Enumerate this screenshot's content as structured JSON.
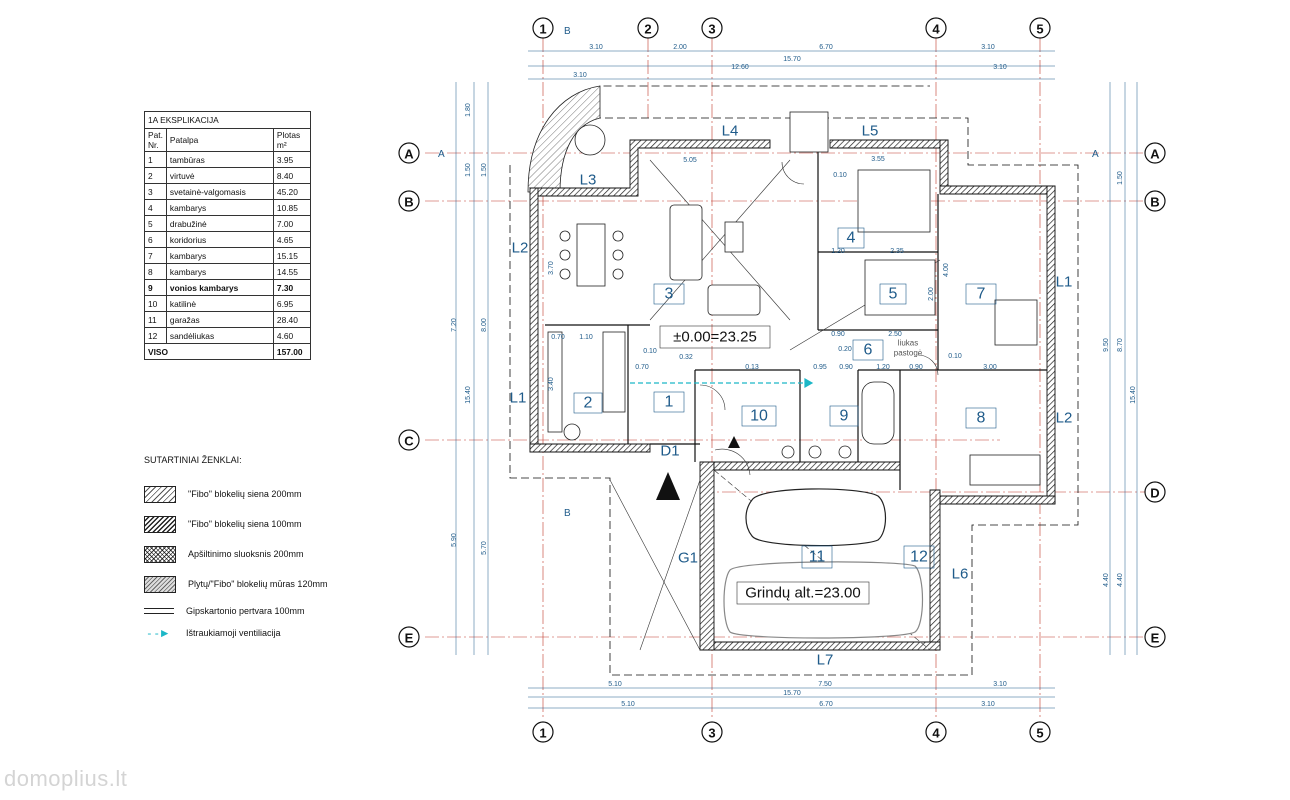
{
  "explication": {
    "title": "1A EKSPLIKACIJA",
    "headers": {
      "nr": "Pat. Nr.",
      "name": "Patalpa",
      "area": "Plotas m²"
    },
    "rows": [
      {
        "nr": "1",
        "name": "tambūras",
        "area": "3.95"
      },
      {
        "nr": "2",
        "name": "virtuvė",
        "area": "8.40"
      },
      {
        "nr": "3",
        "name": "svetainė-valgomasis",
        "area": "45.20"
      },
      {
        "nr": "4",
        "name": "kambarys",
        "area": "10.85"
      },
      {
        "nr": "5",
        "name": "drabužinė",
        "area": "7.00"
      },
      {
        "nr": "6",
        "name": "koridorius",
        "area": "4.65"
      },
      {
        "nr": "7",
        "name": "kambarys",
        "area": "15.15"
      },
      {
        "nr": "8",
        "name": "kambarys",
        "area": "14.55"
      },
      {
        "nr": "9",
        "name": "vonios kambarys",
        "area": "7.30"
      },
      {
        "nr": "10",
        "name": "katilinė",
        "area": "6.95"
      },
      {
        "nr": "11",
        "name": "garažas",
        "area": "28.40"
      },
      {
        "nr": "12",
        "name": "sandėliukas",
        "area": "4.60"
      }
    ],
    "total": {
      "label": "VISO",
      "area": "157.00"
    }
  },
  "legend": {
    "title": "SUTARTINIAI ŽENKLAI:",
    "items": [
      {
        "label": "\"Fibo\" blokelių siena 200mm"
      },
      {
        "label": "\"Fibo\" blokelių siena 100mm"
      },
      {
        "label": "Apšiltinimo sluoksnis 200mm"
      },
      {
        "label": "Plytų/\"Fibo\" blokelių mūras 120mm"
      },
      {
        "label": "Gipskartonio pertvara 100mm"
      },
      {
        "label": "Ištraukiamoji ventiliacija"
      }
    ]
  },
  "axes": {
    "top": [
      "1",
      "2",
      "3",
      "4",
      "5"
    ],
    "bottom": [
      "1",
      "3",
      "4",
      "5"
    ],
    "left": [
      "A",
      "B",
      "C",
      "D",
      "E"
    ],
    "right": [
      "A",
      "B",
      "D",
      "E"
    ]
  },
  "rooms": {
    "r1": "1",
    "r2": "2",
    "r3": "3",
    "r4": "4",
    "r5": "5",
    "r6": "6",
    "r7": "7",
    "r8": "8",
    "r9": "9",
    "r10": "10",
    "r11": "11",
    "r12": "12"
  },
  "wall_labels": {
    "L1a": "L1",
    "L1b": "L1",
    "L2a": "L2",
    "L2b": "L2",
    "L3": "L3",
    "L4": "L4",
    "L5": "L5",
    "L6": "L6",
    "L7": "L7",
    "G1": "G1",
    "D1": "D1"
  },
  "markers": {
    "section_a": "A",
    "section_b": "B"
  },
  "elevations": {
    "main": "±0.00=23.25",
    "garage": "Grindų alt.=23.00",
    "hatch_1": "liukas",
    "hatch_2": "pastogė"
  },
  "dimensions": {
    "top_row1": [
      "3.10",
      "2.00",
      "6.70",
      "3.10"
    ],
    "top_row2": [
      "15.70"
    ],
    "top_row3": [
      "3.10",
      "12.60",
      "3.10"
    ],
    "bottom_row1": [
      "5.10",
      "7.50",
      "3.10"
    ],
    "bottom_row2": [
      "15.70"
    ],
    "bottom_row3": [
      "5.10",
      "6.70",
      "3.10"
    ],
    "left_col1": [
      "1.80",
      "1.50",
      "1.50",
      "3.70",
      "7.20",
      "8.00",
      "3.40",
      "15.40",
      "5.90",
      "5.70"
    ],
    "right_col": [
      "1.50",
      "9.50",
      "8.70",
      "15.40",
      "4.40",
      "4.40"
    ],
    "interior": [
      "5.05",
      "3.55",
      "0.70",
      "1.10",
      "0.10",
      "0.32",
      "0.70",
      "0.13",
      "0.90",
      "2.50",
      "0.95",
      "0.90",
      "1.20",
      "0.90",
      "3.00",
      "0.10",
      "2.35",
      "1.20",
      "2.00",
      "4.00",
      "0.10",
      "0.20"
    ]
  },
  "watermark": "domoplius.lt"
}
